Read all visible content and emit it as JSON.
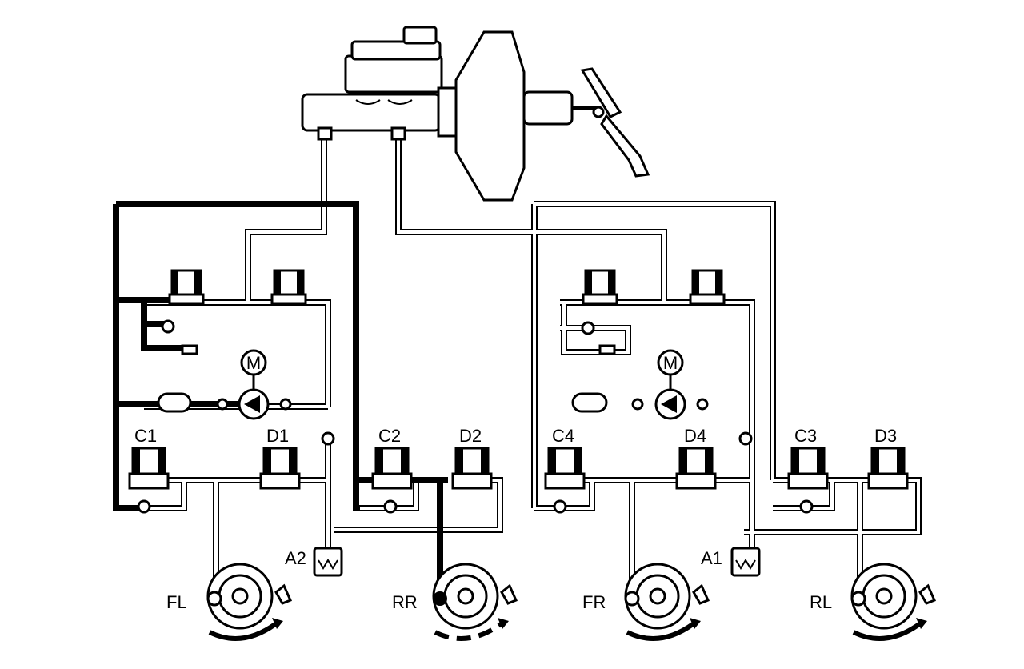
{
  "labels": {
    "motor": "M",
    "inlet_valves": [
      "C1",
      "C2",
      "C3",
      "C4"
    ],
    "outlet_valves": [
      "D1",
      "D2",
      "D3",
      "D4"
    ],
    "accumulators": [
      "A2",
      "A1"
    ],
    "wheels": [
      "FL",
      "RR",
      "FR",
      "RL"
    ]
  },
  "colors": {
    "line": "#000000",
    "background": "#ffffff"
  }
}
